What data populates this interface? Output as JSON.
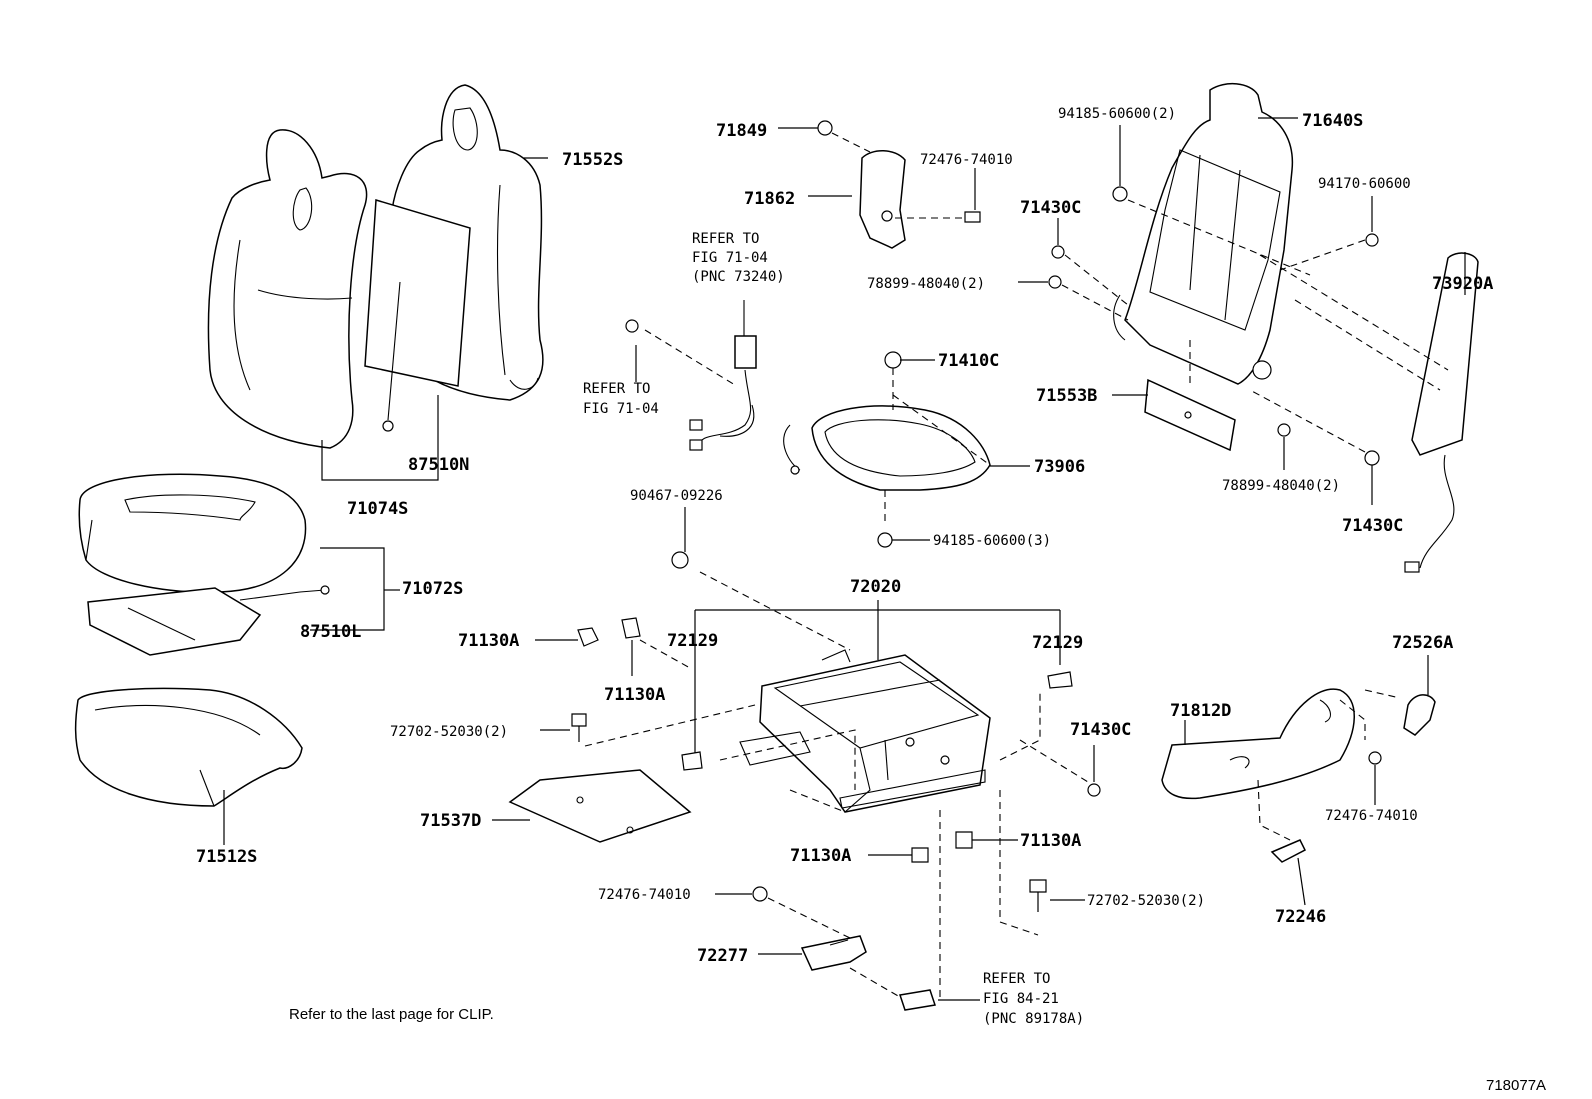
{
  "diagram": {
    "part_labels": {
      "p71552S": "71552S",
      "p87510N": "87510N",
      "p71074S": "71074S",
      "p71072S": "71072S",
      "p87510L": "87510L",
      "p71512S": "71512S",
      "p71849": "71849",
      "p71862": "71862",
      "p72476_74010_top": "72476-74010",
      "p94185_60600_2": "94185-60600(2)",
      "p71640S": "71640S",
      "p71430C_top": "71430C",
      "p94170_60600": "94170-60600",
      "p78899_48040_2_top": "78899-48040(2)",
      "p73920A": "73920A",
      "p71410C": "71410C",
      "p71553B": "71553B",
      "p73906": "73906",
      "p78899_48040_2_bottom": "78899-48040(2)",
      "p71430C_right": "71430C",
      "p94185_60600_3": "94185-60600(3)",
      "p90467_09226": "90467-09226",
      "p72020": "72020",
      "p71130A_left": "71130A",
      "p72129_left": "72129",
      "p72129_right": "72129",
      "p71130A_lower_left": "71130A",
      "p72526A": "72526A",
      "p72702_52030_2_left": "72702-52030(2)",
      "p71430C_mid": "71430C",
      "p71812D": "71812D",
      "p71537D": "71537D",
      "p72476_74010_right": "72476-74010",
      "p71130A_mid": "71130A",
      "p71130A_right": "71130A",
      "p72702_52030_2_right": "72702-52030(2)",
      "p72246": "72246",
      "p72476_74010_bottom": "72476-74010",
      "p72277": "72277"
    },
    "references": {
      "ref1": [
        "REFER TO",
        "FIG 71-04",
        "(PNC 73240)"
      ],
      "ref2": [
        "REFER TO",
        "FIG 71-04"
      ],
      "ref3": [
        "REFER TO",
        "FIG 84-21",
        "(PNC 89178A)"
      ]
    },
    "footnote": "Refer to the last page for CLIP.",
    "figure_code": "718077A"
  }
}
